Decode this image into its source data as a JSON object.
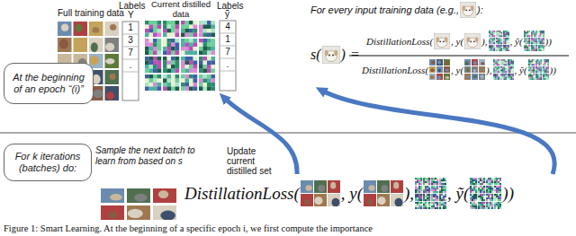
{
  "diagram": {
    "caption": "Figure 1: Smart Learning. At the beginning of a specific epoch i, we first compute the importance",
    "nodes": [
      {
        "text": [
          "At the beginning of an epoch “(i)”"
        ]
      },
      {
        "text": [
          "For k iterations (batches) do:"
        ]
      }
    ],
    "labels": [
      "Full training data",
      "Labels",
      "Y",
      "Current distilled data",
      "Labels",
      "ỹ",
      "1",
      "3",
      "7",
      ".",
      "4",
      "1",
      "7",
      ".",
      "For every input training data (e.g.,",
      "):",
      "s(",
      ")",
      "=",
      "DistillationLoss(",
      ", y(",
      "),",
      ", ỹ(",
      "))",
      "DistillationLoss(",
      ", y(",
      "),",
      ", ỹ(",
      "))",
      "Sample the next batch to learn from based on s",
      "Update current distilled set",
      "DistillationLoss(",
      ", y(",
      "),",
      ", ỹ(",
      "))"
    ]
  }
}
